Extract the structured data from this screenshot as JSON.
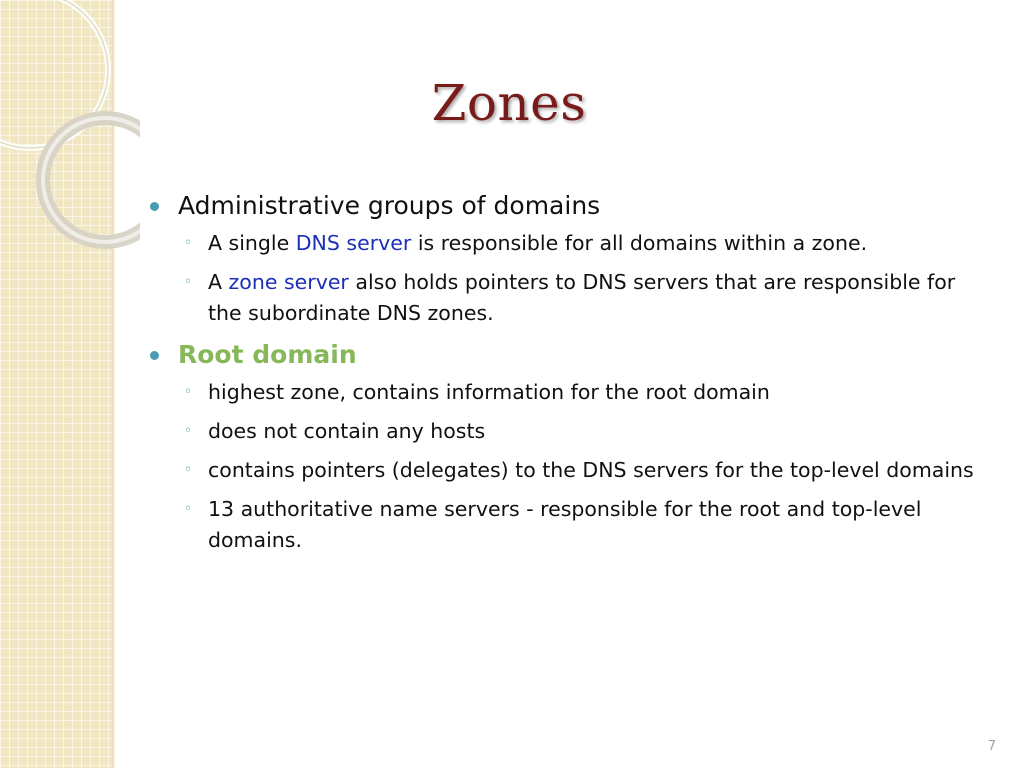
{
  "slide": {
    "title": "Zones",
    "page_number": "7",
    "accent_colors": {
      "title": "#7a1b1b",
      "bullet": "#4a9bb0",
      "highlight_blue": "#1c2fb8",
      "highlight_green": "#86b85a",
      "band": "#f1e6c2"
    },
    "bullets": [
      {
        "text": "Administrative groups of domains",
        "subs": [
          {
            "before": "A single ",
            "highlight": "DNS server",
            "after": " is responsible for all domains within a zone."
          },
          {
            "before": "A ",
            "highlight": "zone server",
            "after": " also holds pointers to DNS servers that are responsible for the subordinate DNS zones."
          }
        ]
      },
      {
        "text": "Root domain",
        "subs": [
          {
            "text": "highest zone, contains information for the root domain"
          },
          {
            "text": "does not contain any hosts"
          },
          {
            "text": "contains pointers (delegates) to the DNS servers for the top-level domains"
          },
          {
            "text": "13 authoritative name servers - responsible for the root and top-level domains."
          }
        ]
      }
    ]
  }
}
